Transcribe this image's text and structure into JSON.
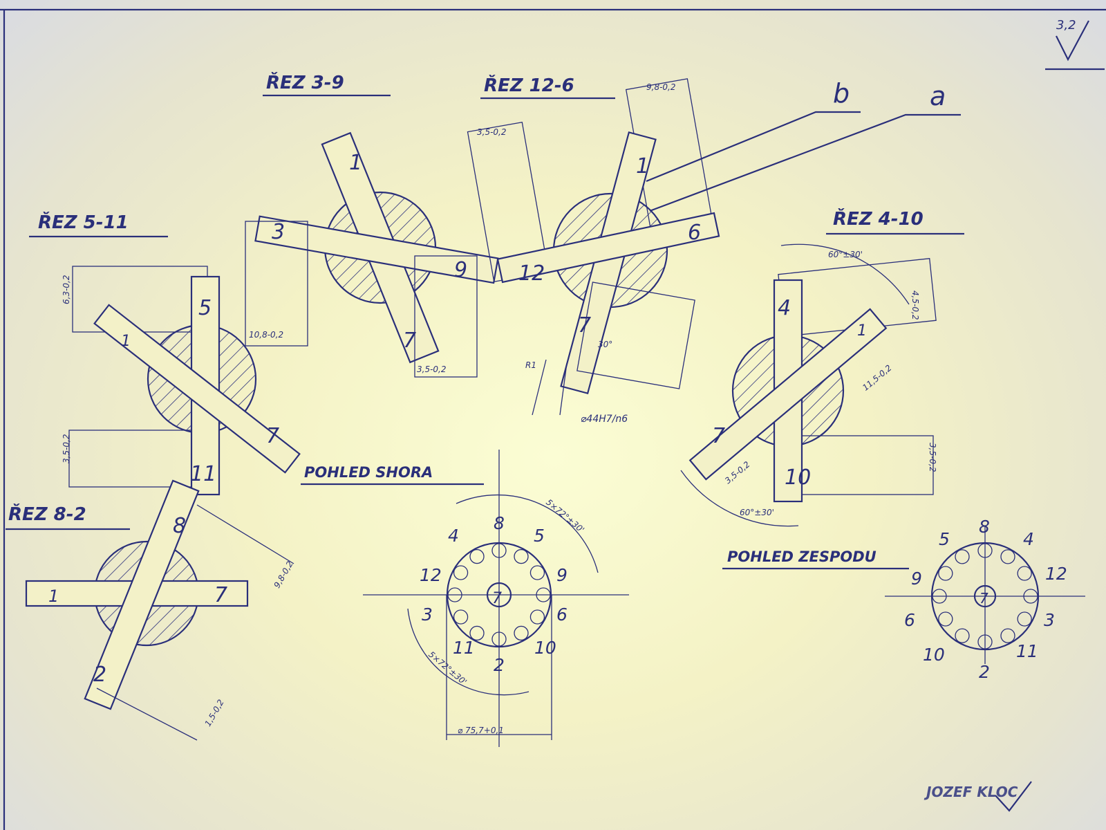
{
  "sections": {
    "rez_3_9": "ŘEZ 3-9",
    "rez_12_6": "ŘEZ 12-6",
    "rez_5_11": "ŘEZ 5-11",
    "rez_4_10": "ŘEZ 4-10",
    "rez_8_2": "ŘEZ 8-2"
  },
  "views": {
    "top": "POHLED SHORA",
    "bottom": "POHLED ZESPODU"
  },
  "labels": {
    "a": "a",
    "b": "b",
    "roughness": "3,2"
  },
  "part_numbers": [
    "1",
    "2",
    "3",
    "4",
    "5",
    "6",
    "7",
    "8",
    "9",
    "10",
    "11",
    "12"
  ],
  "dimensions": {
    "d_3_5": "3,5-0,2",
    "d_9_8": "9,8-0,2",
    "d_10_8": "10,8-0,2",
    "d_1_5": "1,5-0,2",
    "d_11_5": "11,5-0,2",
    "d_6_3": "6,3-0,2",
    "d_4_5": "4,5-0,2",
    "d_44h7": "⌀44H7/n6",
    "r1": "R1",
    "a30": "30°",
    "ang_60": "60°±30'",
    "ang_5": "5×72°±30'",
    "d_base": "⌀ 75,7+0,1"
  },
  "signature": "JOZEF KLOC"
}
